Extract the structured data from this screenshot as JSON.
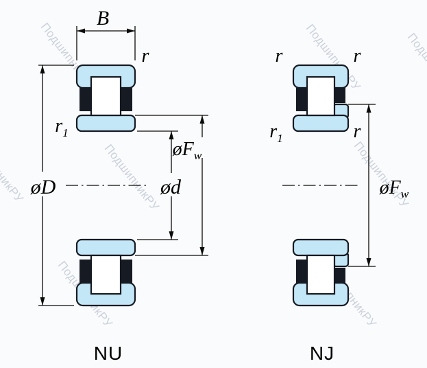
{
  "colors": {
    "bg": "#fafbfc",
    "ring_fill": "#c3e7f6",
    "outline": "#161a22",
    "dim_color": "#0a0a0a",
    "watermark_color": "#ccd1da"
  },
  "watermark": {
    "text": "ПодшипникРУ"
  },
  "nu": {
    "type_label": "NU",
    "labels": {
      "B": "B",
      "r_top": "r",
      "r1_main": "r",
      "r1_sub": "1",
      "D": "øD",
      "Fw_main": "øF",
      "Fw_sub": "w",
      "d": "ød"
    }
  },
  "nj": {
    "type_label": "NJ",
    "labels": {
      "r_top_left": "r",
      "r_top_right": "r",
      "r1_main": "r",
      "r1_sub": "1",
      "r_mid": "r",
      "Fw_main": "øF",
      "Fw_sub": "w"
    }
  }
}
